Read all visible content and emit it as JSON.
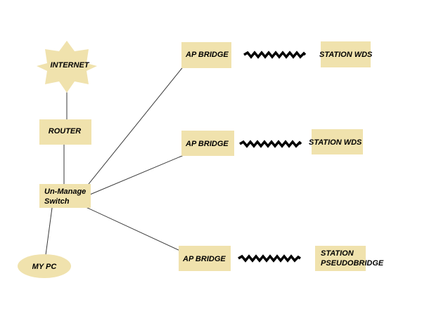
{
  "colors": {
    "node_fill": "#f0e2ad",
    "edge": "#3a3a3a",
    "wireless_link": "#000000"
  },
  "nodes": {
    "internet": {
      "label": "INTERNET",
      "shape": "star"
    },
    "router": {
      "label": "ROUTER",
      "shape": "rectangle"
    },
    "switch": {
      "label_line1": "Un-Manage",
      "label_line2": "Switch",
      "shape": "rectangle"
    },
    "my_pc": {
      "label": "MY PC",
      "shape": "ellipse"
    },
    "ap_bridge_1": {
      "label": "AP BRIDGE",
      "shape": "rectangle"
    },
    "ap_bridge_2": {
      "label": "AP BRIDGE",
      "shape": "rectangle"
    },
    "ap_bridge_3": {
      "label": "AP BRIDGE",
      "shape": "rectangle"
    },
    "station_1": {
      "label": "STATION WDS",
      "shape": "rectangle"
    },
    "station_2": {
      "label": "STATION WDS",
      "shape": "rectangle"
    },
    "station_3": {
      "label_line1": "STATION",
      "label_line2": "PSEUDOBRIDGE",
      "shape": "rectangle"
    }
  },
  "links": {
    "wired": [
      [
        "internet",
        "router"
      ],
      [
        "router",
        "switch"
      ],
      [
        "switch",
        "my_pc"
      ],
      [
        "switch",
        "ap_bridge_1"
      ],
      [
        "switch",
        "ap_bridge_2"
      ],
      [
        "switch",
        "ap_bridge_3"
      ]
    ],
    "wireless": [
      [
        "ap_bridge_1",
        "station_1"
      ],
      [
        "ap_bridge_2",
        "station_2"
      ],
      [
        "ap_bridge_3",
        "station_3"
      ]
    ]
  }
}
